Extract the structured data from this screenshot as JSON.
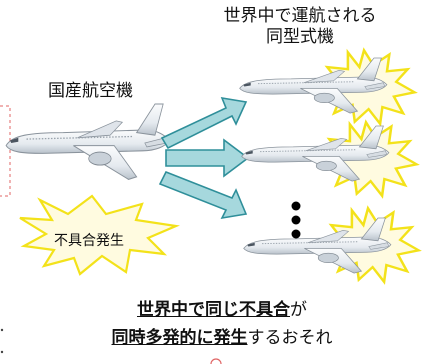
{
  "labels": {
    "domestic_aircraft": "国産航空機",
    "worldwide_line1": "世界中で運航される",
    "worldwide_line2": "同型式機",
    "defect": "不具合発生"
  },
  "concern": {
    "part1": "世界中で同じ不具合",
    "part2": "が",
    "part3": "同時多発的に発生",
    "part4": "するおそれ"
  },
  "colors": {
    "arrow_fill": "#a6d8dd",
    "arrow_stroke": "#2f8f9a",
    "burst_fill": "#fffbe0",
    "burst_stroke": "#f3e21a",
    "dashed_box": "#e06666",
    "plane_body": "#e9eef3"
  }
}
